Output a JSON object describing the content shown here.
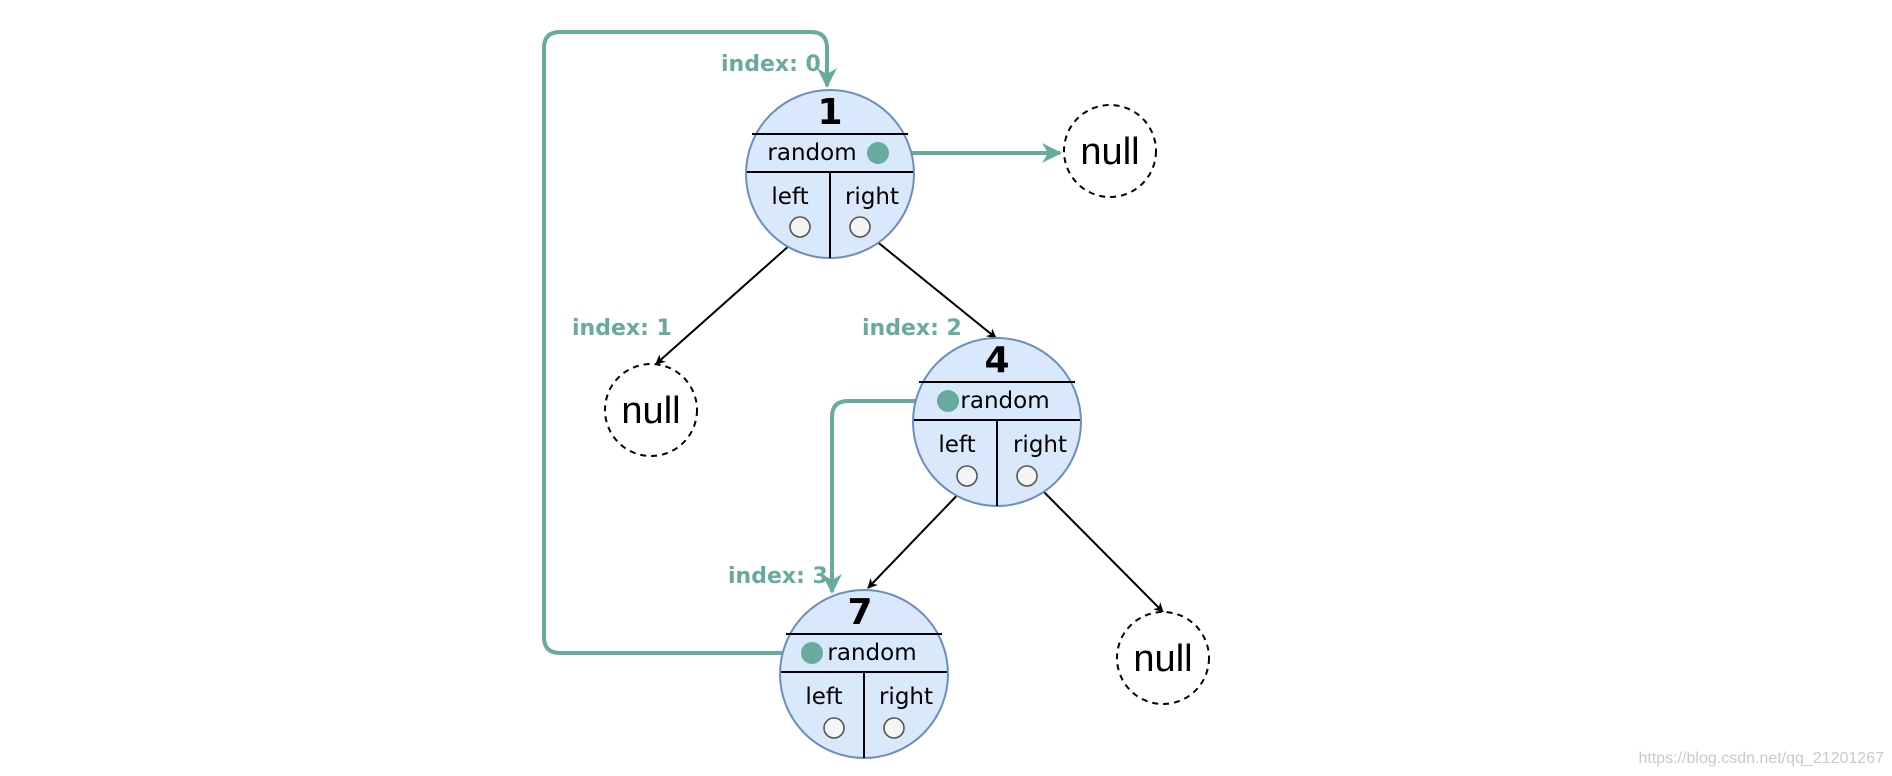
{
  "colors": {
    "node_fill": "#dae8fc",
    "node_stroke": "#6c8ebf",
    "random_pointer": "#67ab9f",
    "index_label": "#67ab9f",
    "child_pointer": "#000000"
  },
  "nodes": [
    {
      "id": "n1",
      "value": "1",
      "random_label": "random",
      "left_label": "left",
      "right_label": "right",
      "index_label": "index: 0"
    },
    {
      "id": "n4",
      "value": "4",
      "random_label": "random",
      "left_label": "left",
      "right_label": "right",
      "index_label": "index: 2"
    },
    {
      "id": "n7",
      "value": "7",
      "random_label": "random",
      "left_label": "left",
      "right_label": "right",
      "index_label": "index: 3"
    }
  ],
  "null_nodes": [
    {
      "id": "null_random_1",
      "label": "null"
    },
    {
      "id": "null_left_1",
      "label": "null",
      "index_label": "index: 1"
    },
    {
      "id": "null_right_4",
      "label": "null"
    }
  ],
  "edges": {
    "child": [
      {
        "from": "n1",
        "side": "left",
        "to": "null_left_1"
      },
      {
        "from": "n1",
        "side": "right",
        "to": "n4"
      },
      {
        "from": "n4",
        "side": "left",
        "to": "n7"
      },
      {
        "from": "n4",
        "side": "right",
        "to": "null_right_4"
      }
    ],
    "random": [
      {
        "from": "n1",
        "to": "null_random_1"
      },
      {
        "from": "n4",
        "to": "n7"
      },
      {
        "from": "n7",
        "to": "n1"
      }
    ]
  },
  "watermark": "https://blog.csdn.net/qq_21201267"
}
